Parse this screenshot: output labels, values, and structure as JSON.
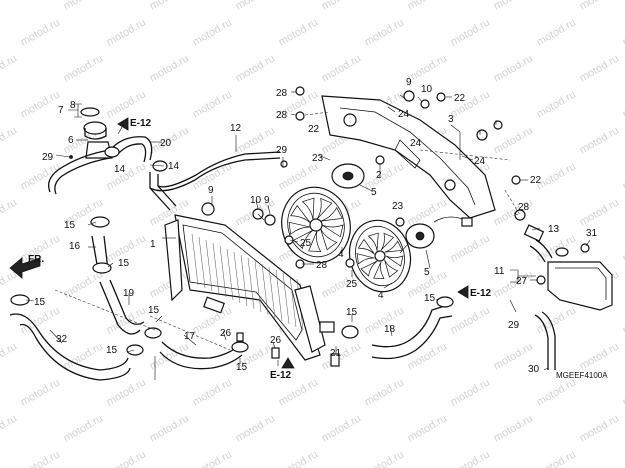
{
  "watermark": "motod.ru",
  "diagram_code": "MGEEF4100A",
  "direction_label": "FR.",
  "refs": {
    "e12_top": "E-12",
    "e12_right": "E-12",
    "e12_bottom": "E-12"
  },
  "labels": {
    "p1": "1",
    "p2": "2",
    "p3": "3",
    "p4a": "4",
    "p4b": "4",
    "p5a": "5",
    "p5b": "5",
    "p6": "6",
    "p7": "7",
    "p8": "8",
    "p9a": "9",
    "p9b": "9",
    "p9c": "9",
    "p10a": "10",
    "p10b": "10",
    "p11": "11",
    "p12": "12",
    "p13": "13",
    "p14a": "14",
    "p14b": "14",
    "p15a": "15",
    "p15b": "15",
    "p15c": "15",
    "p15d": "15",
    "p15e": "15",
    "p15f": "15",
    "p15g": "15",
    "p16": "16",
    "p17": "17",
    "p18": "18",
    "p19": "19",
    "p20": "20",
    "p21": "21",
    "p22a": "22",
    "p22b": "22",
    "p22c": "22",
    "p23a": "23",
    "p23b": "23",
    "p24a": "24",
    "p24b": "24",
    "p24c": "24",
    "p25a": "25",
    "p25b": "25",
    "p26a": "26",
    "p26b": "26",
    "p27": "27",
    "p28a": "28",
    "p28b": "28",
    "p28c": "28",
    "p28d": "28",
    "p29a": "29",
    "p29b": "29",
    "p29c": "29",
    "p30": "30",
    "p31": "31",
    "p32": "32"
  }
}
